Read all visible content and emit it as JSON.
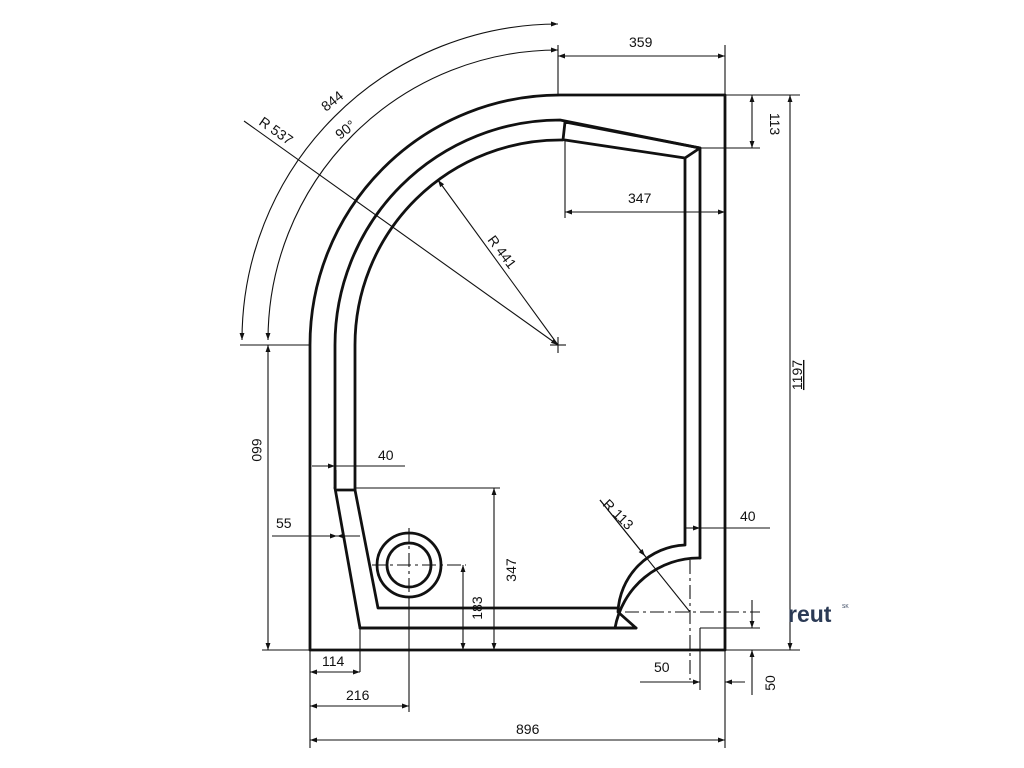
{
  "dimensions": {
    "arc_length": "844",
    "angle": "90°",
    "outer_radius": "R 537",
    "inner_radius": "R 441",
    "top_offset": "359",
    "top_right_step": "113",
    "inner_top_width": "347",
    "total_height": "1197",
    "left_straight_height": "660",
    "left_wall": "40",
    "left_offset": "55",
    "corner_radius": "R 113",
    "right_wall": "40",
    "drain_box_height": "347",
    "drain_center_height": "183",
    "left_bottom_offset": "114",
    "drain_center_x": "216",
    "right_bottom_offset": "50",
    "bottom_right_offset": "50",
    "total_width": "896"
  },
  "brand": {
    "logo": "reut",
    "logo_sup": "SK",
    "color": "#2b3a55"
  }
}
